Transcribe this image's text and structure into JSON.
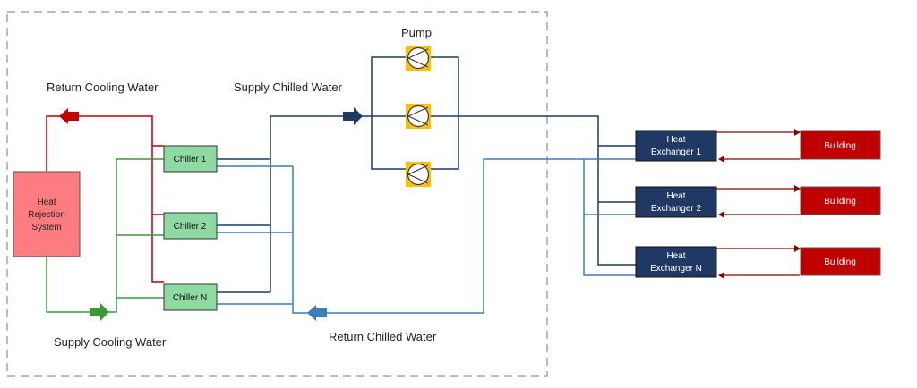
{
  "labels": {
    "pump": "Pump",
    "return_cooling_water": "Return Cooling Water",
    "supply_chilled_water": "Supply Chilled Water",
    "supply_cooling_water": "Supply Cooling Water",
    "return_chilled_water": "Return Chilled Water"
  },
  "heat_rejection": {
    "lines": [
      "Heat",
      "Rejection",
      "System"
    ]
  },
  "chillers": [
    "Chiller 1",
    "Chiller 2",
    "Chiller N"
  ],
  "heat_exchangers": [
    {
      "line1": "Heat",
      "line2": "Exchanger 1"
    },
    {
      "line1": "Heat",
      "line2": "Exchanger 2"
    },
    {
      "line1": "Heat",
      "line2": "Exchanger N"
    }
  ],
  "buildings": [
    "Building",
    "Building",
    "Building"
  ],
  "colors": {
    "return_cooling": "#c00000",
    "supply_cooling": "#3a9a3a",
    "supply_chilled": "#1f3864",
    "return_chilled": "#3a7ebf",
    "pump_fill": "#ffc000",
    "heat_rejection_fill": "#ff7c80",
    "chiller_fill": "#8fd9a3",
    "heat_exchanger_fill": "#1f3864",
    "building_fill": "#c00000"
  }
}
